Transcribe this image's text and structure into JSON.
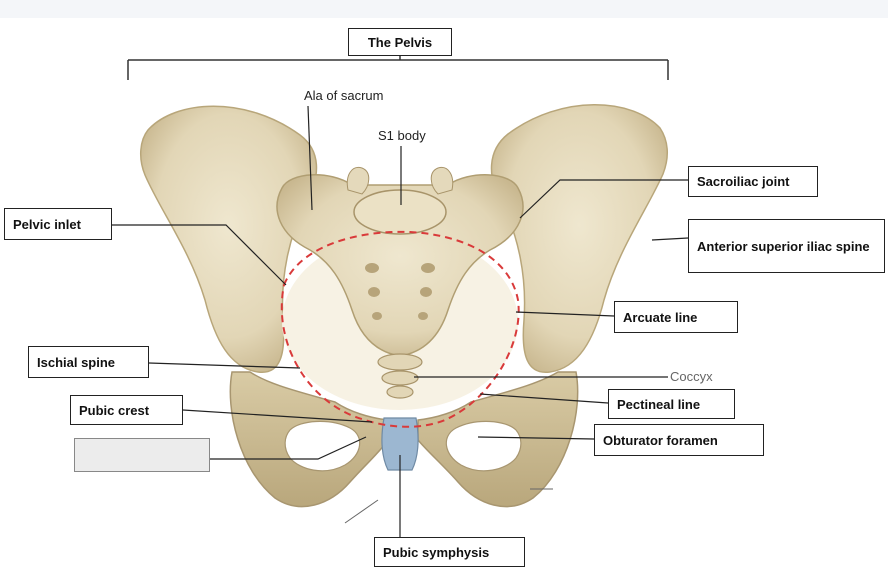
{
  "title": "The Pelvis",
  "labels": {
    "ala_of_sacrum": "Ala of sacrum",
    "s1_body": "S1 body",
    "pelvic_inlet": "Pelvic inlet",
    "sacroiliac_joint": "Sacroiliac joint",
    "asis": "Anterior superior iliac spine",
    "arcuate_line": "Arcuate line",
    "ischial_spine": "Ischial spine",
    "coccyx": "Coccyx",
    "pubic_crest": "Pubic crest",
    "pectineal_line": "Pectineal line",
    "obturator_foramen": "Obturator  foramen",
    "pubic_symphysis": "Pubic symphysis",
    "blank_label": ""
  },
  "colors": {
    "bone": "#e6dcc0",
    "bone_shadow": "#c4b48e",
    "pelvic_inlet_outline": "#d93a3a",
    "symphysis": "#9cb7d1"
  }
}
